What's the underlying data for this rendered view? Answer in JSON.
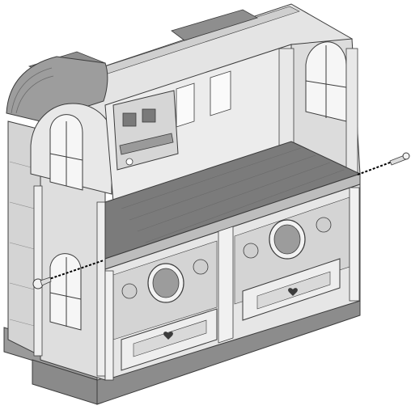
{
  "figure": {
    "subject": "dollhouse-assembly-step",
    "parts": [
      "dollhouse-lower-floor",
      "dollhouse-upper-floor",
      "screw-left",
      "screw-right"
    ],
    "colors": {
      "wall_light": "#e6e6e6",
      "wall_mid": "#cfcfcf",
      "wall_dark": "#a9a9a9",
      "floor": "#7b7b7b",
      "roof": "#8e8e8e",
      "outline": "#3c3c3c",
      "window": "#f4f4f4",
      "screw": "#dcdcdc",
      "guide_line": "#000000"
    }
  }
}
